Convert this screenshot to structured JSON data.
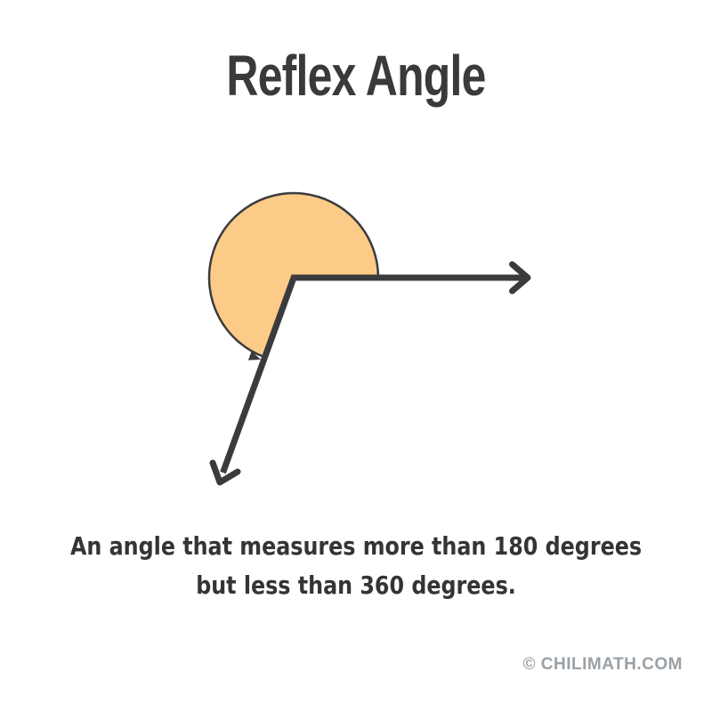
{
  "page": {
    "background_color": "#ffffff",
    "ink_color": "#3a3a3c"
  },
  "title": {
    "text": "Reflex Angle"
  },
  "diagram": {
    "concept": "reflex angle",
    "fill_color": "#fccb88",
    "line_color": "#3b3b3d",
    "arc_outline_color": "#3b3b3d",
    "approx_reflex_sweep_degrees": 250,
    "rays": [
      "horizontal ray pointing right",
      "ray pointing down-left"
    ],
    "marker": "shaded circular sector sweeping the reflex angle with arc arrowhead"
  },
  "caption": {
    "lines": [
      "An angle that measures more than 180 degrees",
      "but less than 360 degrees."
    ]
  },
  "footer": {
    "watermark": "© CHILIMATH.COM"
  }
}
